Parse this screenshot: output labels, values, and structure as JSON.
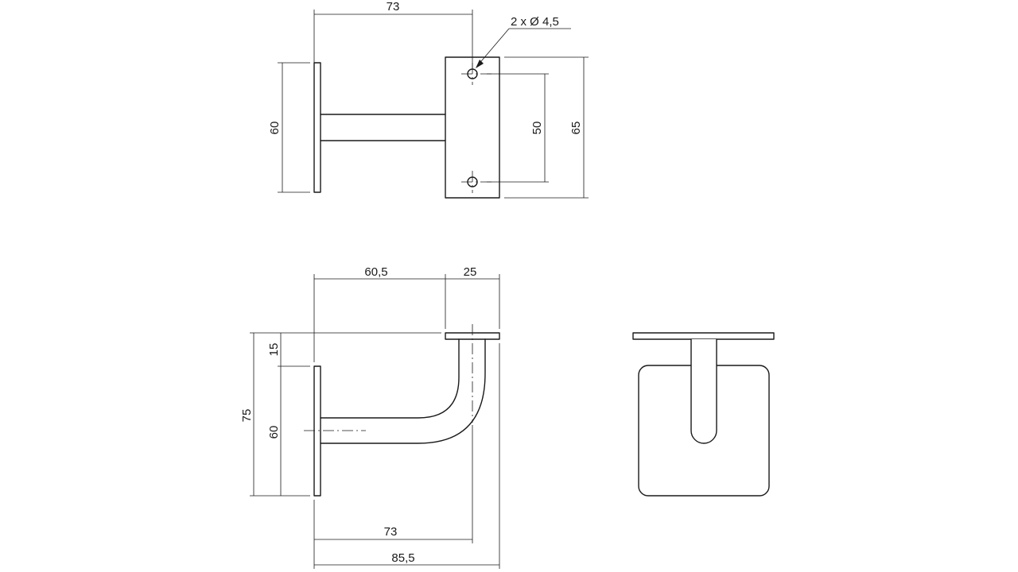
{
  "top_view": {
    "dim_length": "73",
    "dim_hole_callout": "2 x Ø 4,5",
    "dim_plate_height": "60",
    "dim_hole_spacing": "50",
    "dim_bracket_height": "65"
  },
  "side_view": {
    "dim_upper_length": "60,5",
    "dim_saddle_width": "25",
    "dim_offset": "15",
    "dim_total_height": "75",
    "dim_plate_height": "60",
    "dim_reach": "73",
    "dim_total_length": "85,5"
  },
  "colors": {
    "line": "#1a1a1a",
    "background": "#ffffff"
  }
}
